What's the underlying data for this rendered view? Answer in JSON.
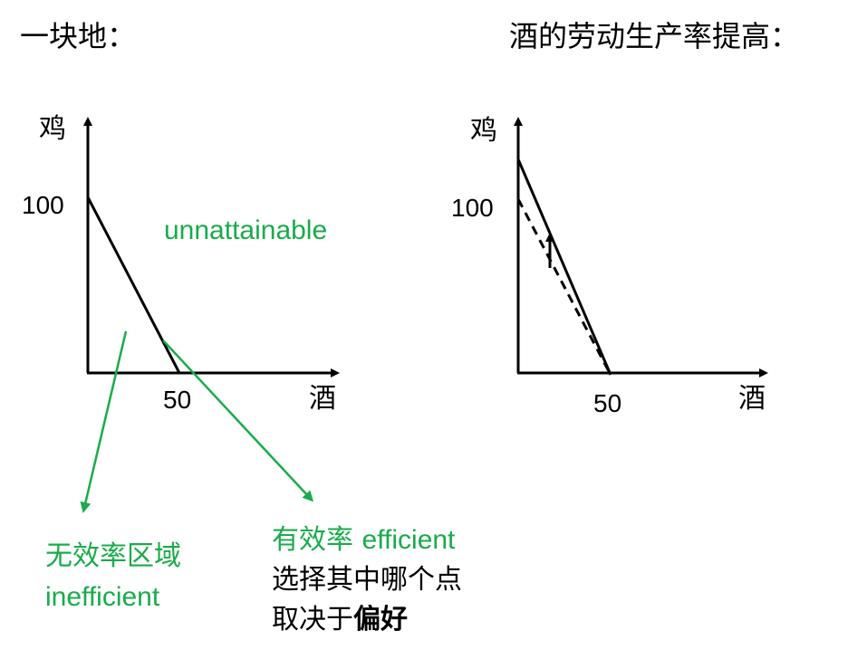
{
  "left": {
    "title": "一块地：",
    "y_axis_label": "鸡",
    "x_axis_label": "酒",
    "y_tick": "100",
    "x_tick": "50",
    "region_label": "unnattainable",
    "inefficient_label_cn": "无效率区域",
    "inefficient_label_en": "inefficient",
    "efficient_label_cn": "有效率",
    "efficient_label_en": "efficient",
    "efficient_note_line1": "选择其中哪个点",
    "efficient_note_line2_a": "取决于",
    "efficient_note_line2_b": "偏好"
  },
  "right": {
    "title": "酒的劳动生产率提高：",
    "y_axis_label": "鸡",
    "x_axis_label": "酒",
    "y_tick": "100",
    "x_tick": "50"
  },
  "colors": {
    "green": "#1aab4b",
    "black": "#000000"
  }
}
